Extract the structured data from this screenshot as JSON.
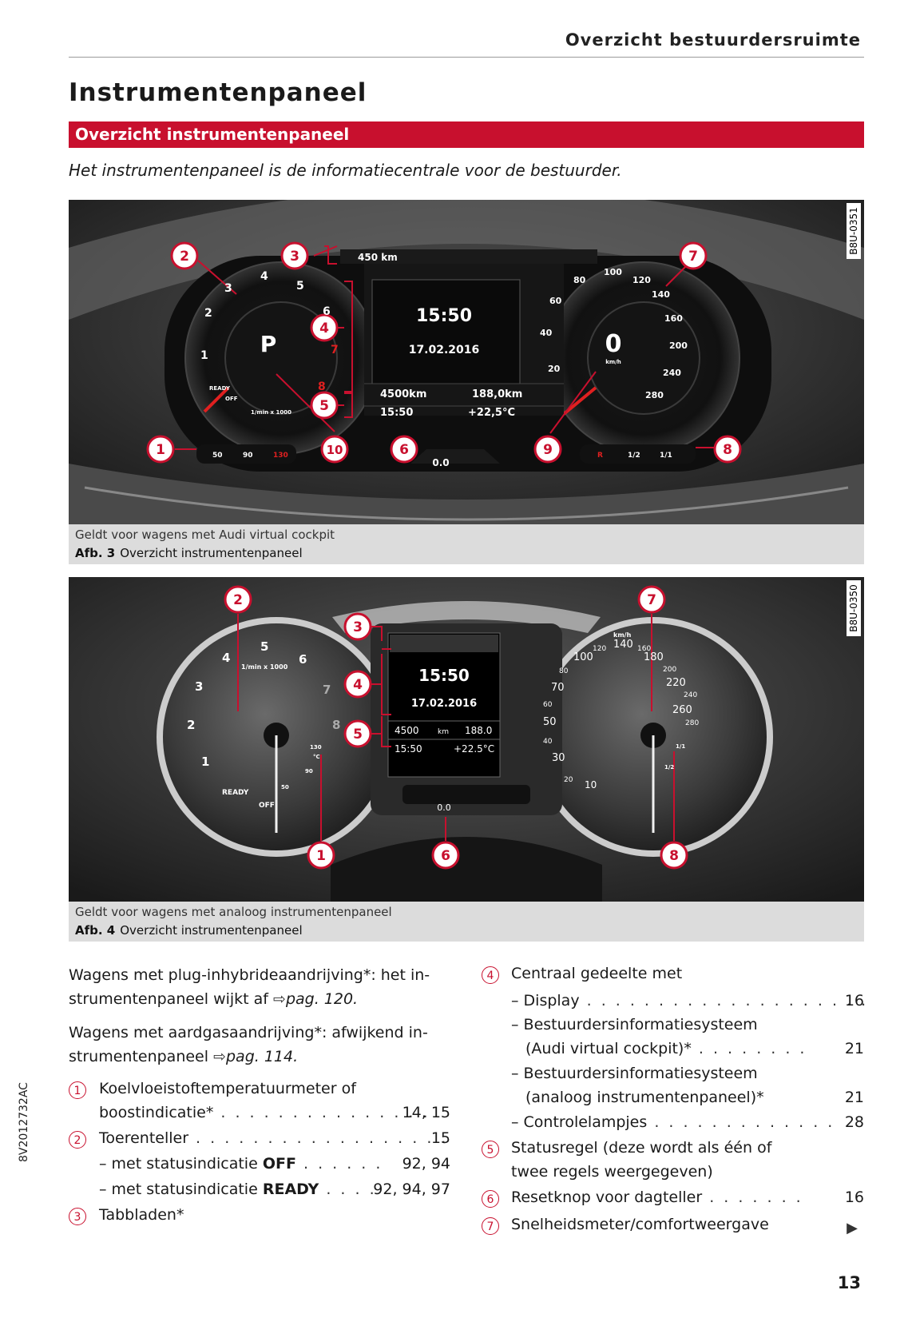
{
  "header": {
    "section_title": "Overzicht bestuurdersruimte"
  },
  "title": "Instrumentenpaneel",
  "subsection": "Overzicht instrumentenpaneel",
  "intro": "Het instrumentenpaneel is de informatiecentrale voor de bestuurder.",
  "colors": {
    "accent": "#c8102e",
    "caption_bg": "#dcdcdc"
  },
  "fig3": {
    "code": "B8U-0351",
    "caption_applies": "Geldt voor wagens met Audi virtual cockpit",
    "caption_label": "Afb. 3",
    "caption_title": "Overzicht instrumentenpaneel",
    "range": "450 km",
    "gear": "P",
    "time": "15:50",
    "date": "17.02.2016",
    "odo": "4500km",
    "trip": "188,0km",
    "time2": "15:50",
    "temp": "+22,5°C",
    "speed": "0",
    "speed_unit": "km/h",
    "trip_reset": "0.0",
    "rpm_unit": "1/min x 1000",
    "ready": "READY",
    "off": "OFF",
    "coolant_scale": [
      "50",
      "90",
      "130"
    ],
    "fuel_scale": [
      "R",
      "1/2",
      "1/1"
    ],
    "rpm_ticks": [
      "1",
      "2",
      "3",
      "4",
      "5",
      "6",
      "7",
      "8"
    ],
    "speed_ticks": [
      "20",
      "40",
      "60",
      "80",
      "100",
      "120",
      "140",
      "160",
      "200",
      "240",
      "280"
    ],
    "callouts": [
      "1",
      "2",
      "3",
      "4",
      "5",
      "6",
      "7",
      "8",
      "9",
      "10"
    ]
  },
  "fig4": {
    "code": "B8U-0350",
    "caption_applies": "Geldt voor wagens met analoog instrumentenpaneel",
    "caption_label": "Afb. 4",
    "caption_title": "Overzicht instrumentenpaneel",
    "time": "15:50",
    "date": "17.02.2016",
    "odo": "4500",
    "odo_unit": "km",
    "trip": "188.0",
    "time2": "15:50",
    "temp": "+22.5°C",
    "trip_reset": "0.0",
    "rpm_unit": "1/min x 1000",
    "speed_unit": "km/h",
    "ready": "READY",
    "off": "OFF",
    "temp_scale": [
      "50",
      "90",
      "130",
      "°C"
    ],
    "fuel_scale": [
      "1/2",
      "1/1"
    ],
    "rpm_ticks": [
      "1",
      "2",
      "3",
      "4",
      "5",
      "6",
      "7",
      "8"
    ],
    "speed_ticks": [
      "10",
      "20",
      "30",
      "40",
      "50",
      "60",
      "70",
      "80",
      "100",
      "120",
      "140",
      "160",
      "180",
      "200",
      "220",
      "240",
      "260",
      "280"
    ],
    "callouts": [
      "1",
      "2",
      "3",
      "4",
      "5",
      "6",
      "7",
      "8"
    ]
  },
  "left_col": {
    "p1": "Wagens met plug-inhybrideaandrijving*: het in-",
    "p1b": "strumentenpaneel wijkt af ",
    "p1_ref": "pag. 120.",
    "p2": "Wagens met aardgasaandrijving*: afwijkend in-",
    "p2b": "strumentenpaneel ",
    "p2_ref": "pag. 114.",
    "items": [
      {
        "n": "1",
        "line1": "Koelvloeistoftemperatuurmeter of",
        "line2": "boostindicatie*",
        "pages": "14, 15"
      },
      {
        "n": "2",
        "line1": "Toerenteller",
        "pages": "15"
      },
      {
        "n": "3",
        "line1": "Tabbladen*"
      }
    ],
    "sub_off_pre": "– met statusindicatie ",
    "sub_off_bold": "OFF",
    "sub_off_pages": "92, 94",
    "sub_ready_pre": "– met statusindicatie ",
    "sub_ready_bold": "READY",
    "sub_ready_pages": "92, 94, 97"
  },
  "right_col": {
    "item4": {
      "n": "4",
      "label": "Centraal gedeelte met"
    },
    "sub_display": "– Display",
    "sub_display_page": "16",
    "sub_bis1a": "– Bestuurdersinformatiesysteem",
    "sub_bis1b": "(Audi virtual cockpit)*",
    "sub_bis1_page": "21",
    "sub_bis2a": "– Bestuurdersinformatiesysteem",
    "sub_bis2b": "(analoog instrumentenpaneel)*",
    "sub_bis2_page": "21",
    "sub_ctrl": "– Controlelampjes",
    "sub_ctrl_page": "28",
    "item5": {
      "n": "5",
      "line1": "Statusregel (deze wordt als één of",
      "line2": "twee regels weergegeven)"
    },
    "item6": {
      "n": "6",
      "label": "Resetknop voor dagteller",
      "page": "16"
    },
    "item7": {
      "n": "7",
      "label": "Snelheidsmeter/comfortweergave"
    }
  },
  "side_code": "8V2012732AC",
  "page_number": "13"
}
